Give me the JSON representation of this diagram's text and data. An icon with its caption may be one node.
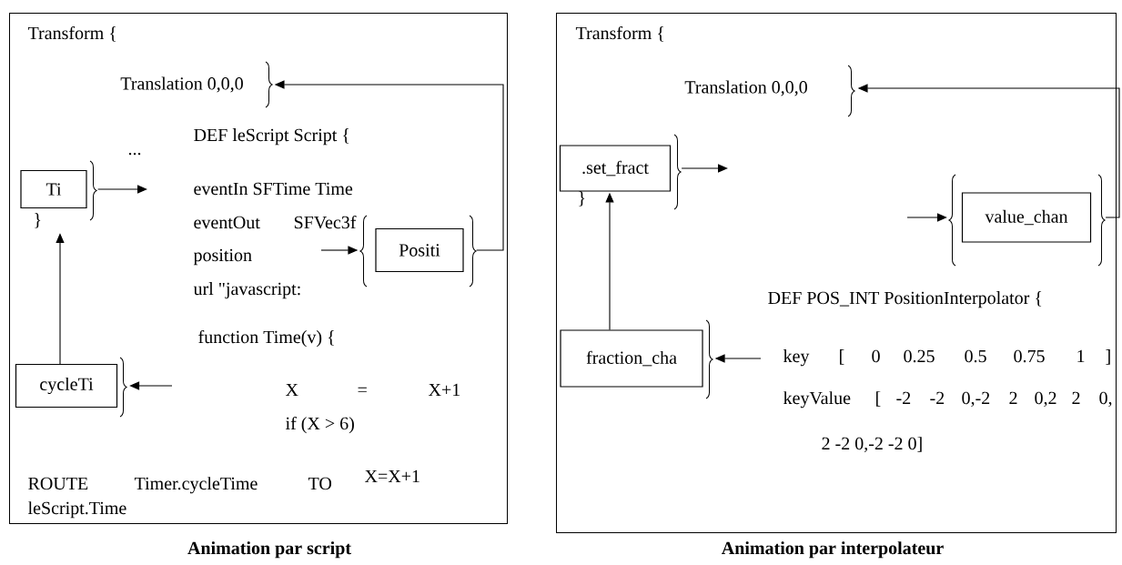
{
  "diagram": {
    "nodes": [
      {
        "text": [
          "Transform {"
        ],
        "beside": [
          "Animation par script"
        ]
      },
      {
        "text": [
          "Translation  0,0,0"
        ],
        "in": 0
      },
      {
        "text": [
          "Ti"
        ],
        "in": 0,
        "beside": [
          "}"
        ]
      },
      {
        "text": [
          "cycleTi"
        ],
        "in": 0
      },
      {
        "text": [
          "Positi"
        ],
        "in": 0
      },
      {
        "text": [
          "Transform {"
        ],
        "beside": [
          "Animation par interpolateur"
        ]
      },
      {
        "text": [
          "Translation  0,0,0"
        ],
        "in": 5
      },
      {
        "text": [
          ".set_fract"
        ],
        "in": 5,
        "beside": [
          "}"
        ]
      },
      {
        "text": [
          "value_chan"
        ],
        "in": 5
      },
      {
        "text": [
          "fraction_cha"
        ],
        "in": 5
      }
    ],
    "edges": [
      {
        "from": 4,
        "to": 1,
        "arrow": "to"
      },
      {
        "from": 3,
        "to": 2,
        "arrow": "to"
      },
      {
        "from": 2,
        "to": null,
        "arrow": "to"
      },
      {
        "from": null,
        "to": 3,
        "arrow": "to"
      },
      {
        "from": null,
        "to": 4,
        "arrow": "to"
      },
      {
        "from": 8,
        "to": 6,
        "arrow": "to"
      },
      {
        "from": 9,
        "to": 7,
        "arrow": "to"
      },
      {
        "from": 7,
        "to": null,
        "arrow": "to"
      },
      {
        "from": null,
        "to": 8,
        "arrow": "to"
      },
      {
        "from": null,
        "to": 9,
        "arrow": "to"
      }
    ],
    "labels": [
      "...",
      "DEF leScript Script {",
      "eventIn  SFTime  Time",
      "eventOut",
      "SFVec3f",
      "position",
      "url \"javascript:",
      "function Time(v) {",
      "X",
      "=",
      "X+1",
      "if (X > 6)",
      "ROUTE",
      "Timer.cycleTime",
      "TO",
      "X=X+1",
      "leScript.Time",
      "DEF POS_INT PositionInterpolator {",
      "key",
      "[",
      "0",
      "0.25",
      "0.5",
      "0.75",
      "1",
      "]",
      "keyValue",
      "[",
      "-2",
      "-2",
      "0,-2",
      "2",
      "0,2",
      "2",
      "0,",
      "2 -2 0,-2 -2 0]"
    ]
  }
}
